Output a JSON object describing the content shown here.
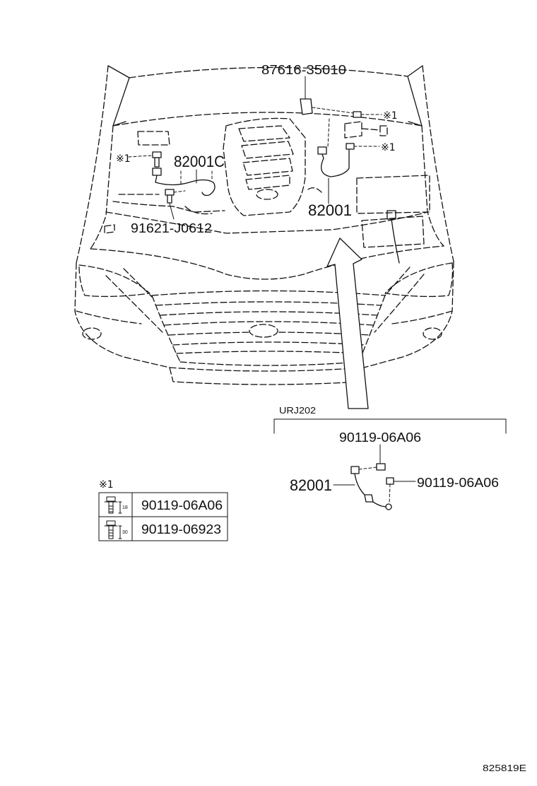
{
  "callouts": {
    "clip_part_number": "87616-35010",
    "ref_mark_upper_right": "※1",
    "ref_mark_lower_right": "※1",
    "ref_mark_left": "※1",
    "left_sensor_part_number": "82001C",
    "right_sensor_part_number": "82001",
    "left_bolt_part_number": "91621-J0612"
  },
  "detail": {
    "model_code": "URJ202",
    "top_bolt_part_number": "90119-06A06",
    "sensor_part_number": "82001",
    "side_bolt_part_number": "90119-06A06"
  },
  "legend": {
    "mark": "※1",
    "rows": [
      {
        "bolt_length": "18",
        "part_number": "90119-06A06"
      },
      {
        "bolt_length": "30",
        "part_number": "90119-06923"
      }
    ]
  },
  "figure_number": "825819E",
  "colors": {
    "line": "#111111",
    "background": "#ffffff"
  }
}
